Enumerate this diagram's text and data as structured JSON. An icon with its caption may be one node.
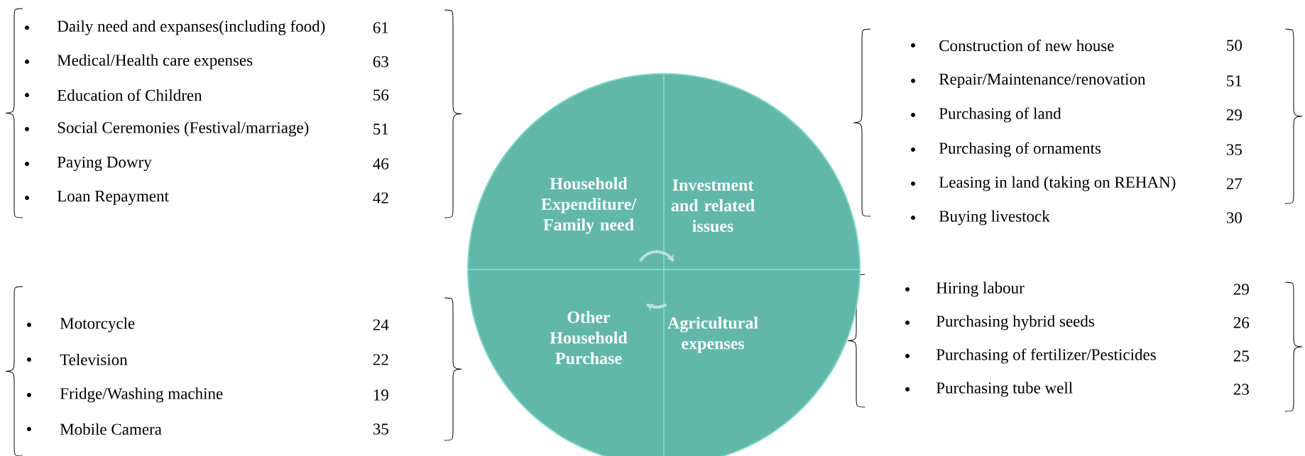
{
  "diagram": {
    "nodes": [
      {
        "text": [
          "Household Expenditure/ Family need"
        ]
      },
      {
        "text": [
          "Investment and related issues"
        ]
      },
      {
        "text": [
          "Other Household Purchase"
        ]
      },
      {
        "text": [
          "Agricultural expenses"
        ]
      }
    ],
    "edges": [
      {
        "from": 0,
        "to": 1,
        "arrow": "to"
      },
      {
        "from": 3,
        "to": 2,
        "arrow": "to"
      }
    ],
    "labels": [
      "Daily need and expanses(including food)",
      "61",
      "Medical/Health care expenses",
      "63",
      "Education of Children",
      "56",
      "Social Ceremonies (Festival/marriage)",
      "51",
      "Paying Dowry",
      "46",
      "Loan Repayment",
      "42",
      "Construction of new house",
      "50",
      "Repair/Maintenance/renovation",
      "51",
      "Purchasing of land",
      "29",
      "Purchasing of ornaments",
      "35",
      "Leasing in land (taking on REHAN)",
      "27",
      "Buying livestock",
      "30",
      "Motorcycle",
      "24",
      "Television",
      "22",
      "Fridge/Washing machine",
      "19",
      "Mobile Camera",
      "35",
      "Hiring labour",
      "29",
      "Purchasing hybrid seeds",
      "26",
      "Purchasing of fertilizer/Pesticides",
      "25",
      "Purchasing tube well",
      "23"
    ]
  }
}
